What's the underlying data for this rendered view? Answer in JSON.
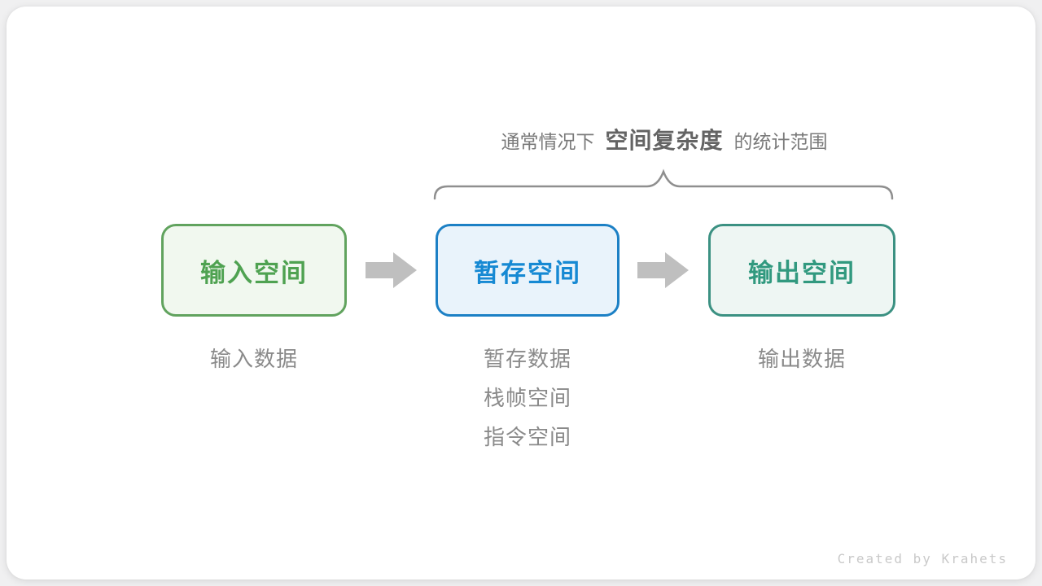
{
  "colors": {
    "page_bg": "#f0f0f1",
    "card_bg": "#ffffff",
    "annotation_text": "#7a7a7a",
    "annotation_bold": "#646464",
    "brace": "#8f8f8f",
    "arrow": "#bfbfbf",
    "label_gray": "#8a8a8a",
    "footer_gray": "#c9c9c9"
  },
  "annotation": {
    "prefix": "通常情况下",
    "term": "空间复杂度",
    "suffix": "的统计范围"
  },
  "flow": {
    "nodes": [
      {
        "label": "输入空间",
        "border_color": "#61a35e",
        "fill_color": "#f1f8ef",
        "label_color": "#4fa251",
        "sublabels": [
          "输入数据"
        ]
      },
      {
        "label": "暂存空间",
        "border_color": "#1c80c5",
        "fill_color": "#e9f3fb",
        "label_color": "#1689d3",
        "sublabels": [
          "暂存数据",
          "栈帧空间",
          "指令空间"
        ]
      },
      {
        "label": "输出空间",
        "border_color": "#3b9182",
        "fill_color": "#eef6f3",
        "label_color": "#31997f",
        "sublabels": [
          "输出数据"
        ]
      }
    ]
  },
  "footer": {
    "credit": "Created by Krahets"
  }
}
